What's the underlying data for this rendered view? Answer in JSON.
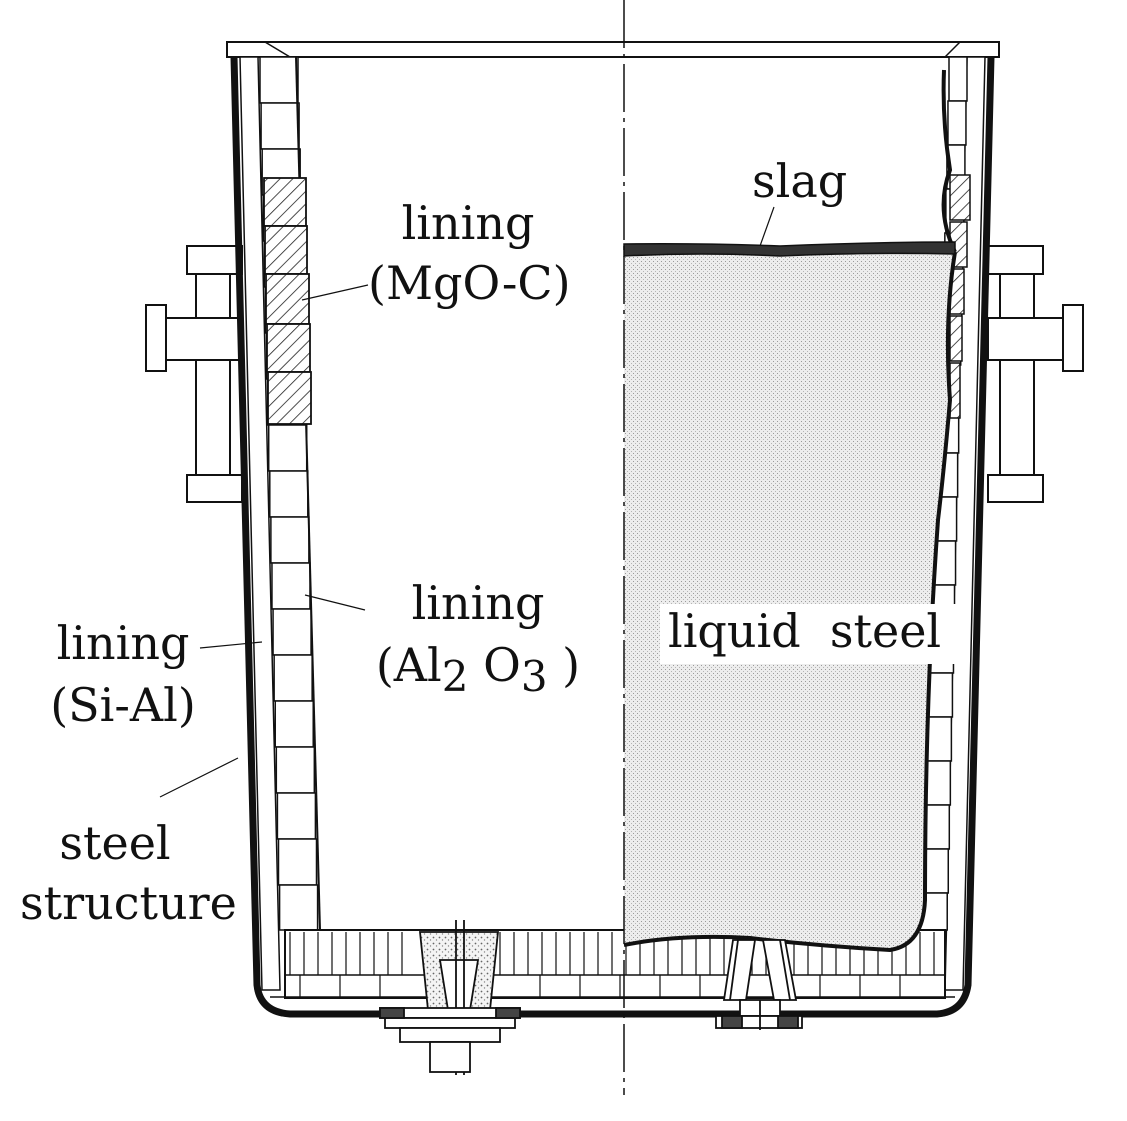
{
  "labels": {
    "lining_mgo": {
      "line1": "lining",
      "line2": "(MgO-C)"
    },
    "lining_al2o3": {
      "line1": "lining",
      "al": "(Al",
      "sub1": "2",
      "o": " O",
      "sub2": "3",
      "close": " )"
    },
    "lining_sial": {
      "line1": "lining",
      "line2": "(Si-Al)"
    },
    "steel_structure": {
      "line1": "steel",
      "line2": "structure"
    },
    "slag": "slag",
    "liquid_steel": "liquid  steel"
  }
}
